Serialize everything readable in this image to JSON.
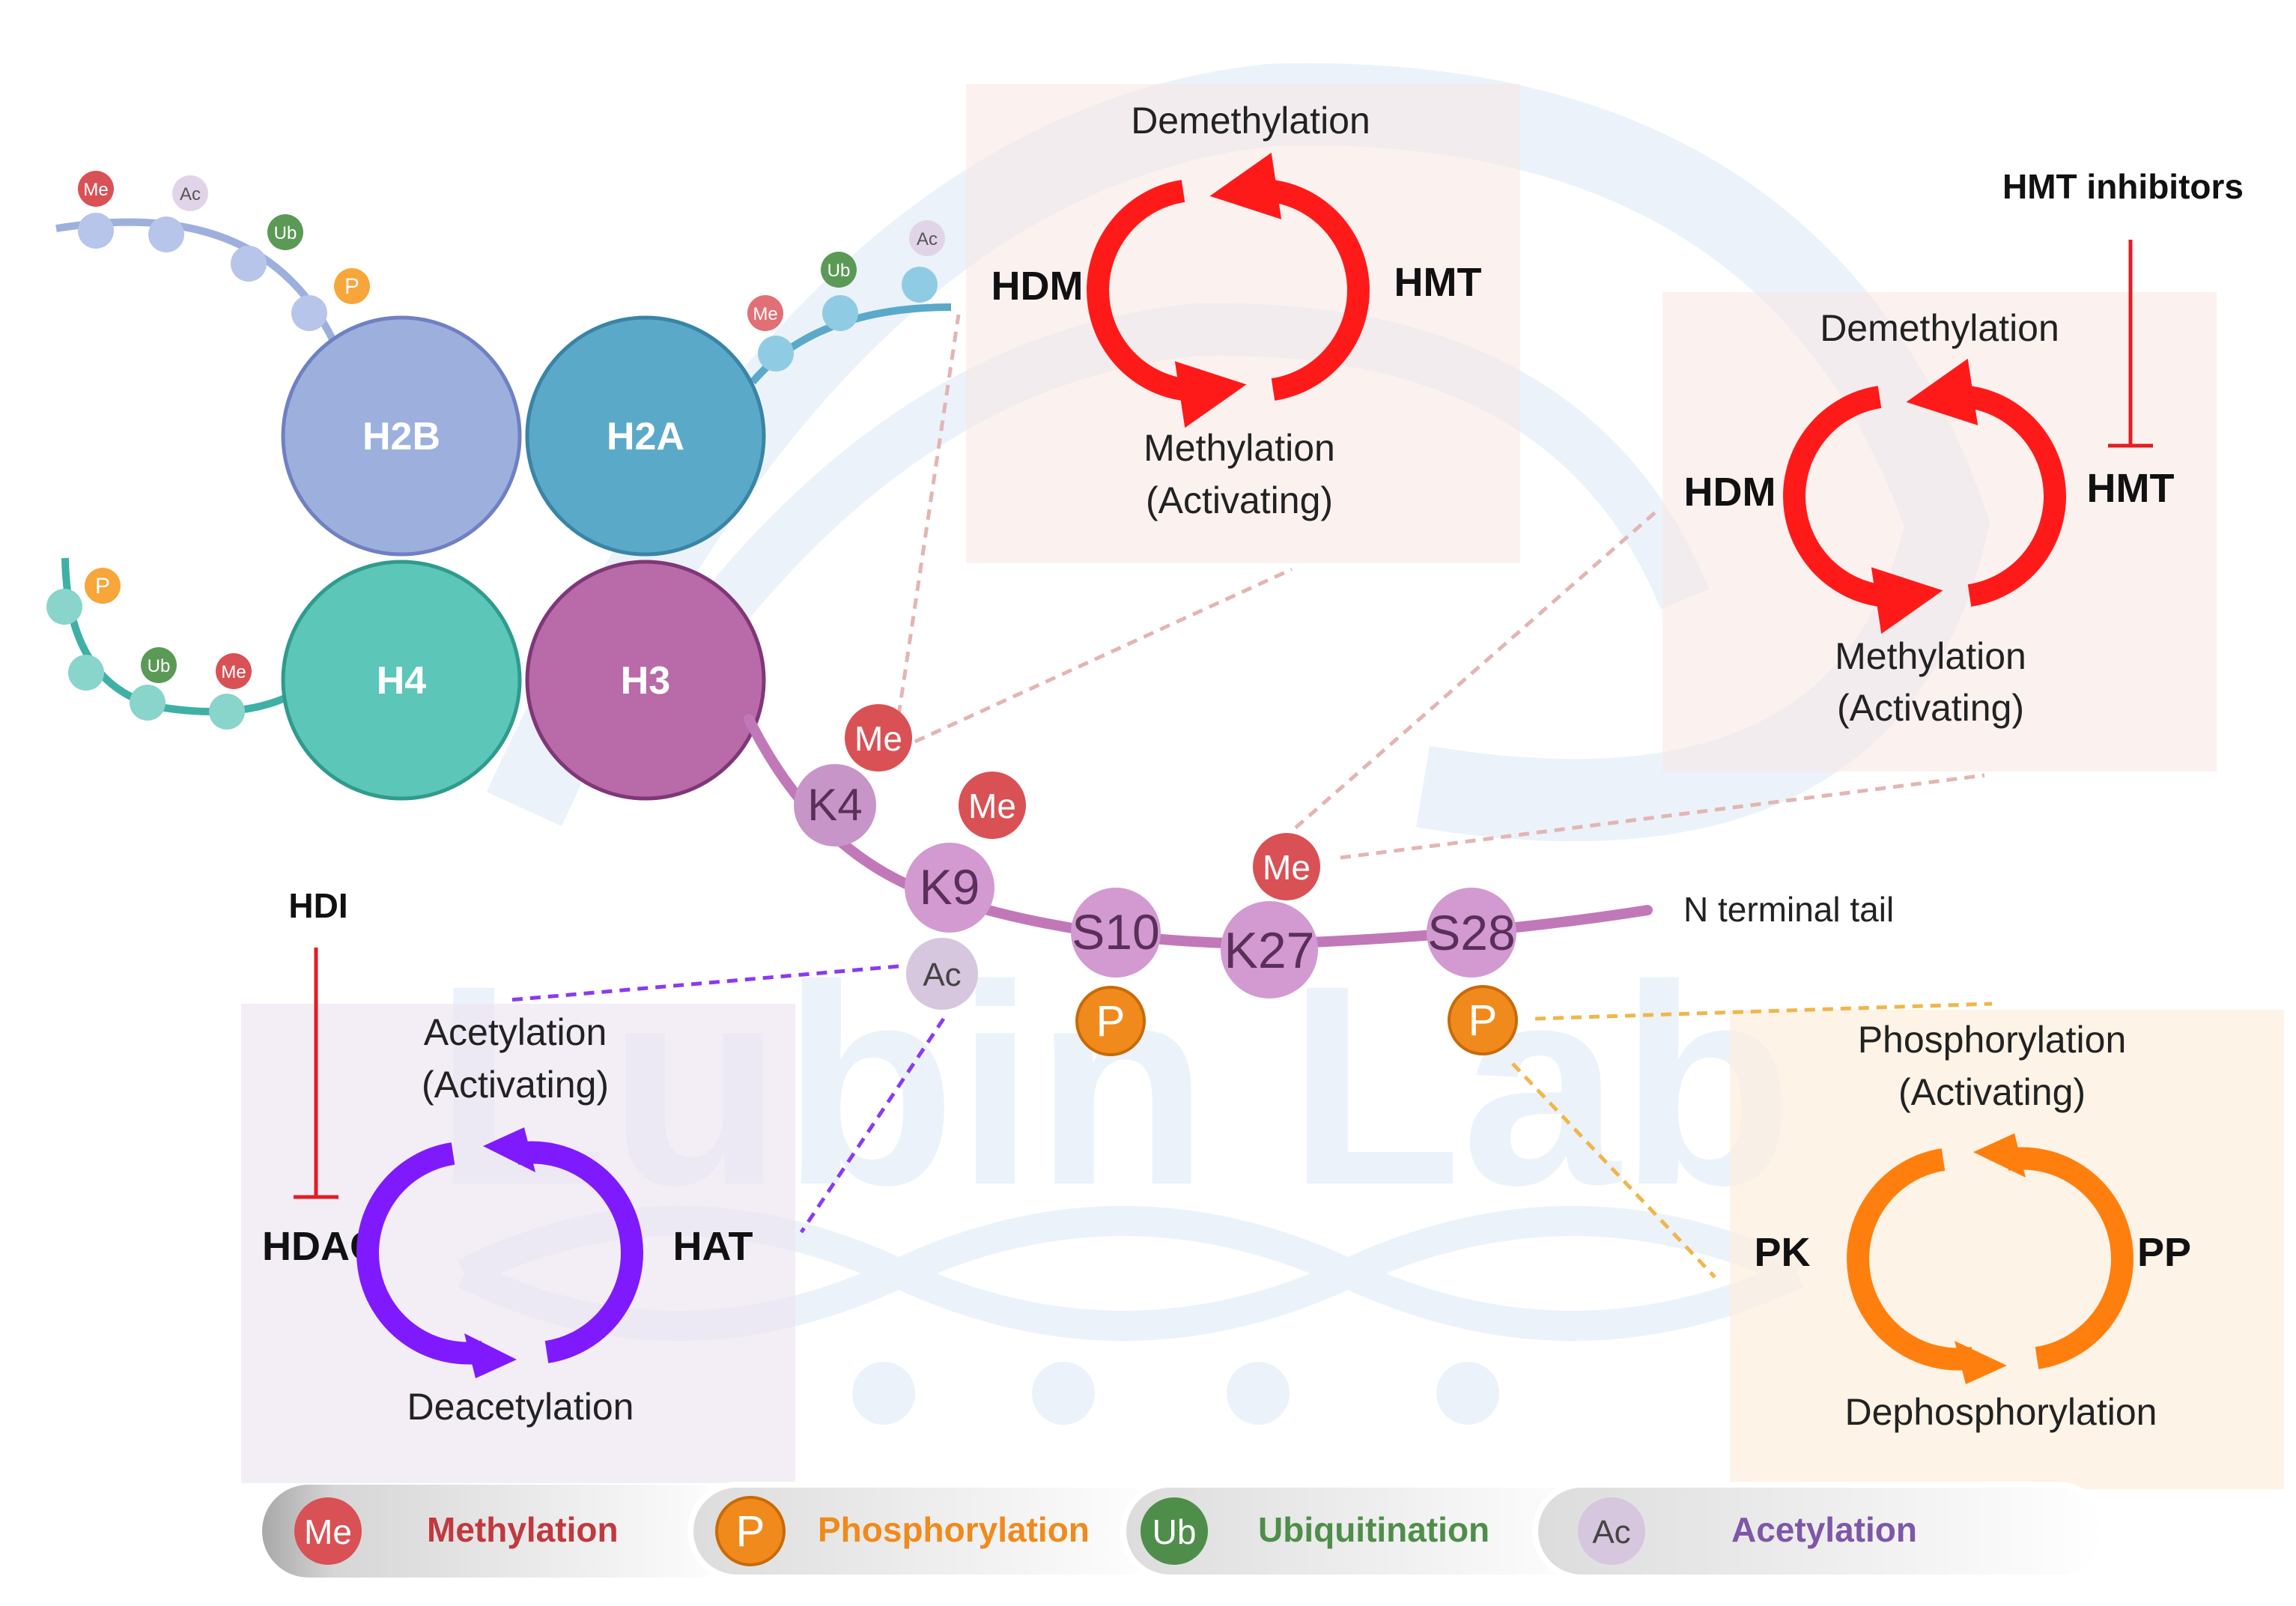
{
  "watermark": {
    "text": "Lubin Lab"
  },
  "histones": {
    "h2b": {
      "label": "H2B",
      "color": "#9db0dd"
    },
    "h2a": {
      "label": "H2A",
      "color": "#5aa9c9"
    },
    "h4": {
      "label": "H4",
      "color": "#5cc6b8"
    },
    "h3": {
      "label": "H3",
      "color": "#b96aa8"
    }
  },
  "tail_marks": {
    "me": "Me",
    "ac": "Ac",
    "ub": "Ub",
    "p": "P"
  },
  "h3_tail": {
    "residues": [
      "K4",
      "K9",
      "S10",
      "K27",
      "S28"
    ],
    "label": "N terminal tail",
    "marks": {
      "me": "Me",
      "ac": "Ac",
      "p": "P"
    }
  },
  "panels": {
    "methylation_top": {
      "top": "Demethylation",
      "left": "HDM",
      "right": "HMT",
      "bottom_line1": "Methylation",
      "bottom_line2": "(Activating)"
    },
    "methylation_right": {
      "top": "Demethylation",
      "left": "HDM",
      "right": "HMT",
      "bottom_line1": "Methylation",
      "bottom_line2": "(Activating)",
      "inhibitor": "HMT inhibitors"
    },
    "acetylation": {
      "top_line1": "Acetylation",
      "top_line2": "(Activating)",
      "left": "HDAC",
      "right": "HAT",
      "bottom": "Deacetylation",
      "inhibitor": "HDI"
    },
    "phosphorylation": {
      "top_line1": "Phosphorylation",
      "top_line2": "(Activating)",
      "left": "PK",
      "right": "PP",
      "bottom": "Dephosphorylation"
    }
  },
  "legend": [
    {
      "badge": "Me",
      "label": "Methylation",
      "color": "#c0393f"
    },
    {
      "badge": "P",
      "label": "Phosphorylation",
      "color": "#f08a1c"
    },
    {
      "badge": "Ub",
      "label": "Ubiquitination",
      "color": "#4e8e4a"
    },
    {
      "badge": "Ac",
      "label": "Acetylation",
      "color": "#7e57a8"
    }
  ],
  "colors": {
    "methyl_arrow": "#ff1a1a",
    "acetyl_arrow": "#7f1aff",
    "phospho_arrow": "#ff7f0e",
    "me_badge": "#d95155",
    "p_badge": "#f08a1c",
    "ub_badge": "#5a9a56",
    "ac_badge": "#d6c6de",
    "h3_tail": "#c178b8"
  }
}
